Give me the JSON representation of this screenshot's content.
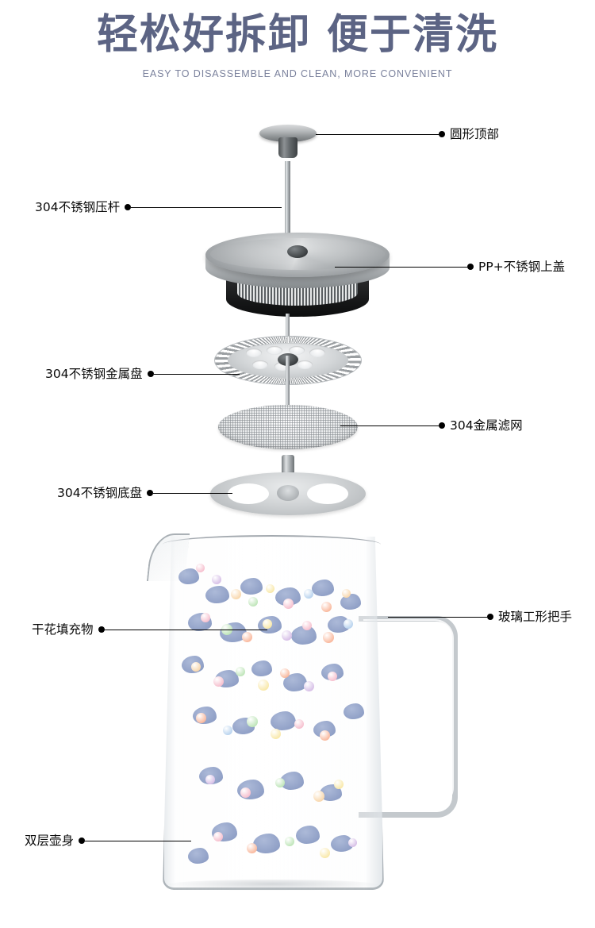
{
  "header": {
    "title": "轻松好拆卸 便于清洗",
    "subtitle": "EASY TO DISASSEMBLE AND CLEAN, MORE CONVENIENT",
    "title_color": "#5c6484",
    "subtitle_color": "#7a819c"
  },
  "callouts": [
    {
      "id": "round-top",
      "label": "圆形顶部",
      "side": "right"
    },
    {
      "id": "plunger-rod",
      "label": "304不锈钢压杆",
      "side": "left"
    },
    {
      "id": "top-lid",
      "label": "PP+不锈钢上盖",
      "side": "right"
    },
    {
      "id": "metal-disc",
      "label": "304不锈钢金属盘",
      "side": "left"
    },
    {
      "id": "filter-screen",
      "label": "304金属滤网",
      "side": "right"
    },
    {
      "id": "base-plate",
      "label": "304不锈钢底盘",
      "side": "left"
    },
    {
      "id": "glass-handle",
      "label": "玻璃工形把手",
      "side": "right"
    },
    {
      "id": "dried-flowers",
      "label": "干花填充物",
      "side": "left"
    },
    {
      "id": "double-wall-body",
      "label": "双层壶身",
      "side": "left"
    }
  ],
  "product": {
    "name": "french-press-coffee-maker",
    "parts": [
      "round-knob",
      "plunger-rod",
      "stainless-lid",
      "perforated-metal-disc",
      "mesh-filter-screen",
      "stainless-base-plate",
      "double-wall-glass-pitcher"
    ],
    "colors": {
      "stainless": "#b9bcbe",
      "lid_skirt": "#16171a",
      "glass_edge": "#969ea4",
      "petal_blue": "#7084b5"
    }
  }
}
